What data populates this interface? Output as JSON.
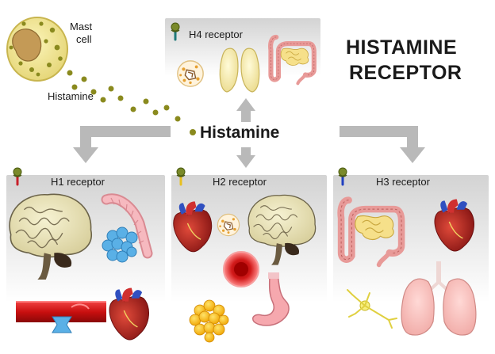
{
  "title": {
    "line1": "HISTAMINE",
    "line2": "RECEPTOR"
  },
  "mast_cell": {
    "label_line1": "Mast",
    "label_line2": "cell"
  },
  "histamine_small_label": "Histamine",
  "histamine_center_label": "Histamine",
  "receptors": {
    "h4": {
      "label": "H4 receptor",
      "pin_color": "#1f7a7a",
      "organs": [
        "immune-cell",
        "thymus",
        "intestine"
      ]
    },
    "h1": {
      "label": "H1 receptor",
      "pin_color": "#c8202a",
      "organs": [
        "brain",
        "bronchus",
        "blood-vessel",
        "heart"
      ]
    },
    "h2": {
      "label": "H2 receptor",
      "pin_color": "#e8c020",
      "organs": [
        "heart",
        "immune-cell",
        "brain",
        "red-blood-cell",
        "stomach",
        "fat-cell"
      ]
    },
    "h3": {
      "label": "H3 receptor",
      "pin_color": "#2040c0",
      "organs": [
        "intestine",
        "heart",
        "neuron",
        "lungs"
      ]
    }
  },
  "colors": {
    "arrow": "#b9b9b9",
    "histamine_dot": "#8a8a1e"
  }
}
